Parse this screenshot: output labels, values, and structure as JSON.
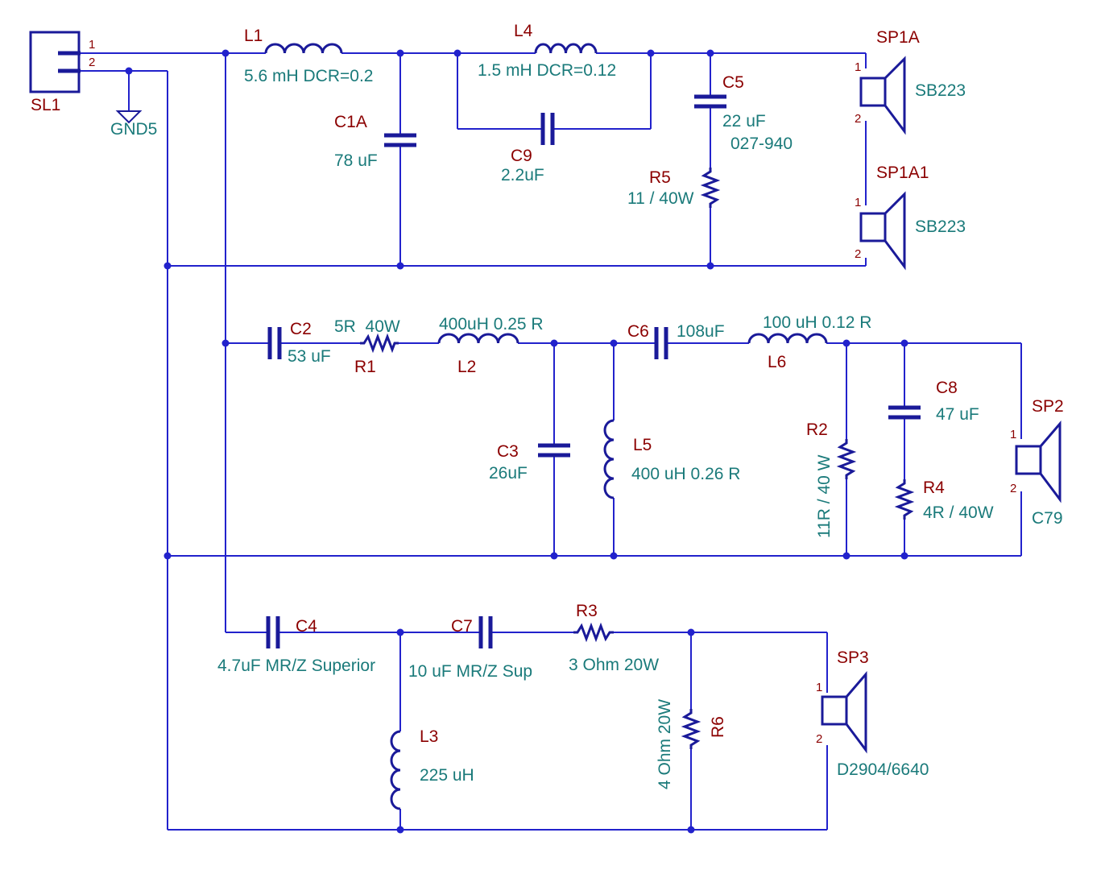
{
  "connector": {
    "ref": "SL1",
    "pin1": "1",
    "pin2": "2"
  },
  "ground": {
    "label": "GND5"
  },
  "tweeter_section": {
    "L1": {
      "ref": "L1",
      "value": "5.6 mH DCR=0.2"
    },
    "L4": {
      "ref": "L4",
      "value": "1.5 mH DCR=0.12"
    },
    "C1A": {
      "ref": "C1A",
      "value": "78 uF"
    },
    "C9": {
      "ref": "C9",
      "value": "2.2uF"
    },
    "C5": {
      "ref": "C5",
      "value": "22 uF",
      "part": "027-940"
    },
    "R5": {
      "ref": "R5",
      "value": "11 / 40W"
    },
    "SP1A": {
      "ref": "SP1A",
      "value": "SB223",
      "pin1": "1",
      "pin2": "2"
    },
    "SP1A1": {
      "ref": "SP1A1",
      "value": "SB223",
      "pin1": "1",
      "pin2": "2"
    }
  },
  "mid_section": {
    "C2": {
      "ref": "C2",
      "value": "53 uF"
    },
    "R1": {
      "ref": "R1",
      "value": "5R  40W"
    },
    "L2": {
      "ref": "L2",
      "value": "400uH 0.25 R"
    },
    "C3": {
      "ref": "C3",
      "value": "26uF"
    },
    "L5": {
      "ref": "L5",
      "value": "400 uH 0.26 R"
    },
    "C6": {
      "ref": "C6",
      "value": "108uF"
    },
    "L6": {
      "ref": "L6",
      "value": "100 uH 0.12 R"
    },
    "R2": {
      "ref": "R2",
      "value": "11R / 40 W"
    },
    "C8": {
      "ref": "C8",
      "value": "47 uF"
    },
    "R4": {
      "ref": "R4",
      "value": "4R / 40W"
    },
    "SP2": {
      "ref": "SP2",
      "value": "C79",
      "pin1": "1",
      "pin2": "2"
    }
  },
  "bass_section": {
    "C4": {
      "ref": "C4",
      "value": "4.7uF MR/Z Superior"
    },
    "C7": {
      "ref": "C7",
      "value": "10 uF MR/Z Sup"
    },
    "R3": {
      "ref": "R3",
      "value": "3 Ohm 20W"
    },
    "L3": {
      "ref": "L3",
      "value": "225 uH"
    },
    "R6": {
      "ref": "R6",
      "value": "4 Ohm 20W"
    },
    "SP3": {
      "ref": "SP3",
      "value": "D2904/6640",
      "pin1": "1",
      "pin2": "2"
    }
  }
}
